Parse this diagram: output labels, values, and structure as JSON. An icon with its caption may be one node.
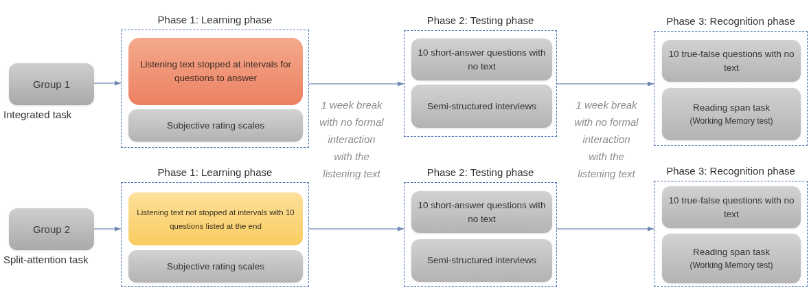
{
  "diagram": {
    "nodes": [
      {
        "text": [
          "Group 1"
        ],
        "beside": [
          "Integrated task"
        ]
      },
      {
        "text": [
          "Phase 1: Learning phase"
        ]
      },
      {
        "text": [
          "Listening text stopped at intervals for questions to answer"
        ],
        "in": 1
      },
      {
        "text": [
          "Subjective rating scales"
        ],
        "in": 1
      },
      {
        "text": [
          "Phase 2: Testing phase"
        ]
      },
      {
        "text": [
          "10 short-answer questions with no text"
        ],
        "in": 4
      },
      {
        "text": [
          "Semi-structured interviews"
        ],
        "in": 4
      },
      {
        "text": [
          "Phase 3: Recognition phase"
        ]
      },
      {
        "text": [
          "10 true-false questions with no text"
        ],
        "in": 7
      },
      {
        "text": [
          "Reading span task",
          "(Working Memory test)"
        ],
        "in": 7
      },
      {
        "text": [
          "Group 2"
        ],
        "beside": [
          "Split-attention task"
        ]
      },
      {
        "text": [
          "Phase 1: Learning phase"
        ]
      },
      {
        "text": [
          "Listening text not stopped at intervals with 10 questions listed at the end"
        ],
        "in": 11
      },
      {
        "text": [
          "Subjective rating scales"
        ],
        "in": 11
      },
      {
        "text": [
          "Phase 2: Testing phase"
        ]
      },
      {
        "text": [
          "10 short-answer questions with no text"
        ],
        "in": 14
      },
      {
        "text": [
          "Semi-structured interviews"
        ],
        "in": 14
      },
      {
        "text": [
          "Phase 3: Recognition phase"
        ]
      },
      {
        "text": [
          "10 true-false questions with no text"
        ],
        "in": 17
      },
      {
        "text": [
          "Reading span task",
          "(Working Memory test)"
        ],
        "in": 17
      }
    ],
    "edges": [
      {
        "from": 0,
        "to": 1,
        "arrow": "to"
      },
      {
        "from": 1,
        "to": 4,
        "arrow": "to"
      },
      {
        "from": 4,
        "to": 7,
        "arrow": "to"
      },
      {
        "from": 10,
        "to": 11,
        "arrow": "to"
      },
      {
        "from": 11,
        "to": 14,
        "arrow": "to"
      },
      {
        "from": 14,
        "to": 17,
        "arrow": "to"
      }
    ],
    "labels": [
      "1 week break with no formal interaction with the listening text",
      "1 week break with no formal interaction with the listening text"
    ]
  }
}
